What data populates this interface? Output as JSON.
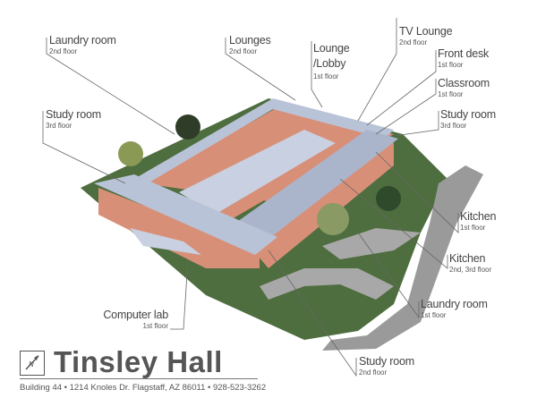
{
  "title": "Tinsley Hall",
  "address": "Building 44 • 1214 Knoles Dr. Flagstaff, AZ 86011  •  928-523-3262",
  "logo_text": "N",
  "colors": {
    "grass": "#4e6e3f",
    "roof": "#b9c3d8",
    "brick": "#d88f78",
    "road": "#9a9a9a",
    "text": "#444444"
  },
  "labels": [
    {
      "name": "Laundry room",
      "floor": "2nd floor"
    },
    {
      "name": "Lounges",
      "floor": "2nd floor"
    },
    {
      "name": "Lounge /Lobby",
      "floor": "1st floor"
    },
    {
      "name": "TV Lounge",
      "floor": "2nd floor"
    },
    {
      "name": "Front desk",
      "floor": "1st floor"
    },
    {
      "name": "Classroom",
      "floor": "1st floor"
    },
    {
      "name": "Study room",
      "floor": "3rd floor"
    },
    {
      "name": "Study room",
      "floor": "3rd floor"
    },
    {
      "name": "Kitchen",
      "floor": "1st floor"
    },
    {
      "name": "Kitchen",
      "floor": "2nd, 3rd floor"
    },
    {
      "name": "Laundry room",
      "floor": "1st floor"
    },
    {
      "name": "Computer lab",
      "floor": "1st floor"
    },
    {
      "name": "Study room",
      "floor": "2nd floor"
    }
  ]
}
